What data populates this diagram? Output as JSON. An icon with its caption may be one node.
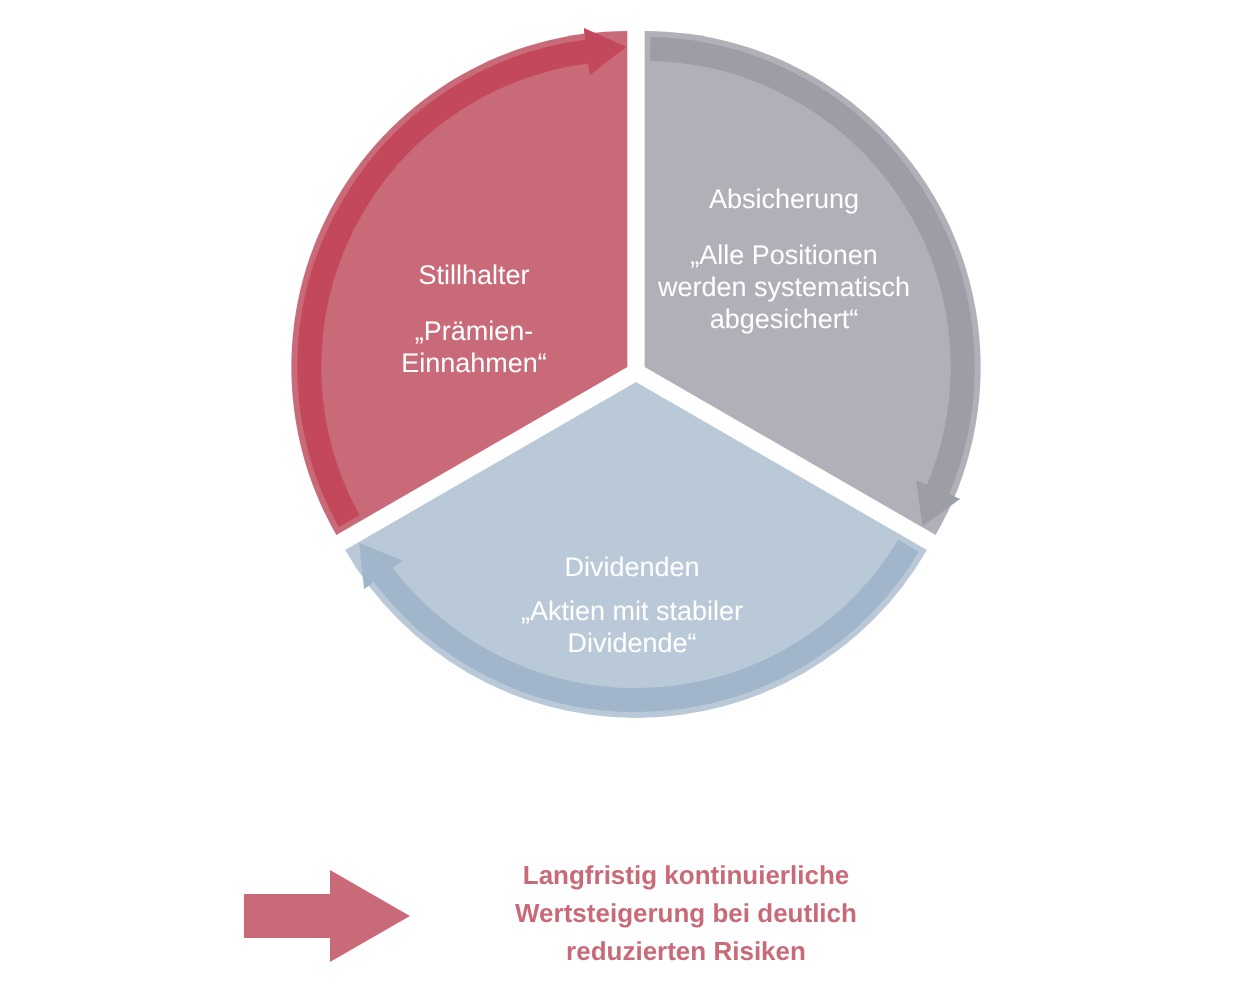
{
  "diagram": {
    "nodes": [
      {
        "text": [
          "Stillhalter",
          "„Prämien- Einnahmen“"
        ]
      },
      {
        "text": [
          "Absicherung",
          "„Alle Positionen werden systematisch abgesichert“"
        ]
      },
      {
        "text": [
          "Dividenden",
          "„Aktien mit stabiler Dividende“"
        ]
      },
      {
        "text": [
          "Langfristig kontinuierliche Wertsteigerung bei deutlich reduzierten Risiken"
        ]
      }
    ],
    "edges": [
      {
        "from": 0,
        "to": 1,
        "arrow": "to",
        "color": "#c4485c"
      },
      {
        "from": 1,
        "to": 2,
        "arrow": "to",
        "color": "#9c9da5"
      },
      {
        "from": 2,
        "to": 0,
        "arrow": "to",
        "color": "#a2b6cb"
      },
      {
        "from": null,
        "to": 3,
        "arrow": "to",
        "style": "thick",
        "color": "#c96a78"
      }
    ]
  }
}
